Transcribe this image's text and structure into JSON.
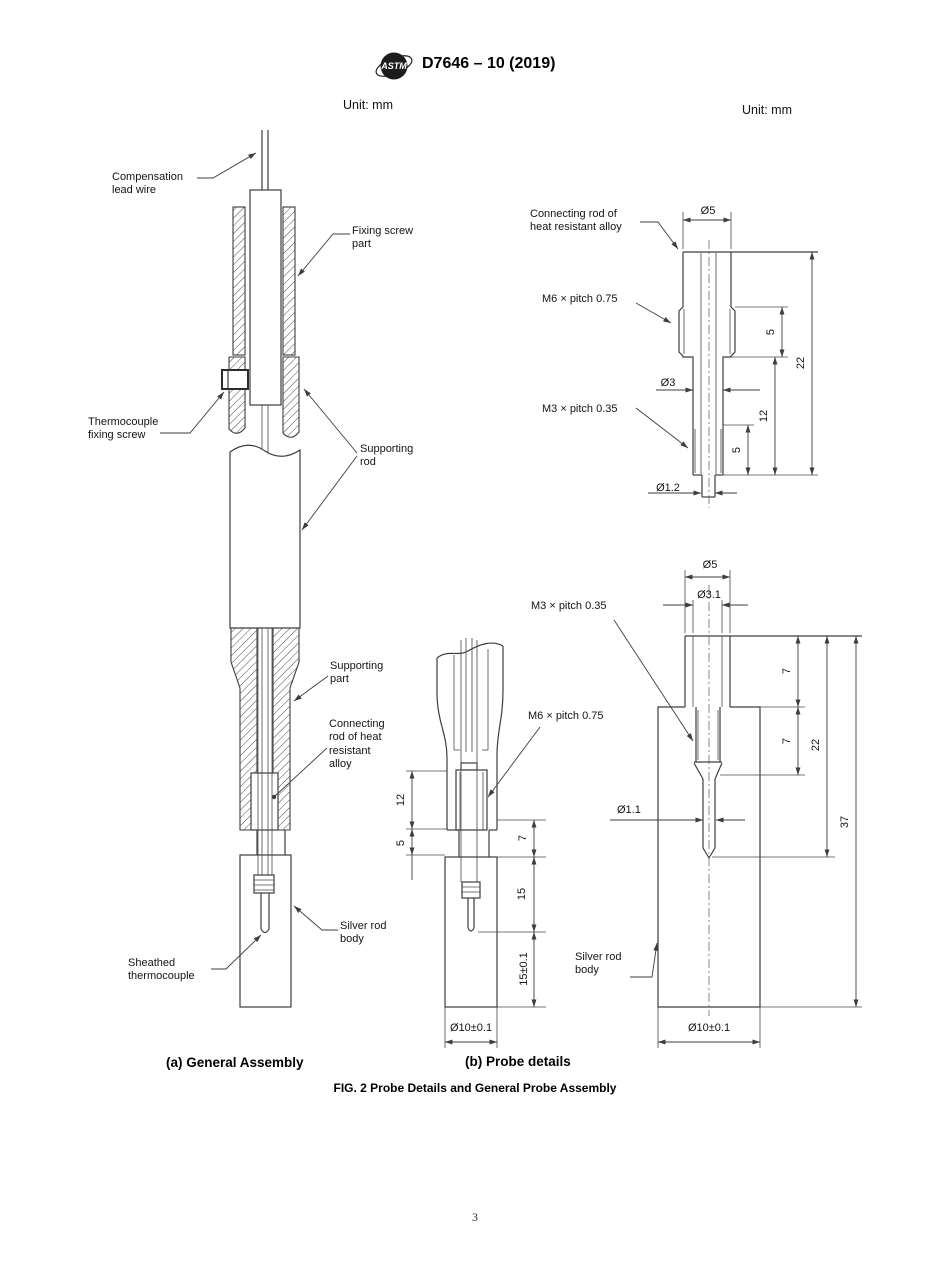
{
  "header": {
    "logo_text": "ASTM",
    "title": "D7646 – 10 (2019)"
  },
  "units": {
    "left": "Unit: mm",
    "right": "Unit: mm"
  },
  "general_assembly": {
    "labels": {
      "compensation_lead_wire": "Compensation\nlead wire",
      "fixing_screw_part": "Fixing screw\npart",
      "thermocouple_fixing_screw": "Thermocouple\nfixing screw",
      "supporting_rod": "Supporting\nrod",
      "supporting_part": "Supporting\npart",
      "connecting_rod": "Connecting\nrod of heat\nresistant\nalloy",
      "sheathed_thermocouple": "Sheathed\nthermocouple",
      "silver_rod_body": "Silver rod\nbody"
    }
  },
  "probe_details": {
    "labels": {
      "m3": "M3 × pitch 0.35",
      "m6": "M6 × pitch 0.75"
    },
    "dims": {
      "d12": "12",
      "d5": "5",
      "d7": "7",
      "d15": "15",
      "d15t": "15±0.1",
      "dia10": "Ø10±0.1"
    }
  },
  "connecting_rod_detail": {
    "label": "Connecting rod of\nheat resistant alloy",
    "m6": "M6 × pitch 0.75",
    "m3": "M3 × pitch 0.35",
    "dims": {
      "dia5": "Ø5",
      "d5a": "5",
      "d22": "22",
      "d12": "12",
      "d5b": "5",
      "dia3": "Ø3",
      "dia1_2": "Ø1.2"
    }
  },
  "silver_rod_detail": {
    "label": "Silver rod\nbody",
    "dims": {
      "dia5": "Ø5",
      "dia3_1": "Ø3.1",
      "d7a": "7",
      "d7b": "7",
      "d22": "22",
      "d37": "37",
      "dia1_1": "Ø1.1",
      "dia10": "Ø10±0.1"
    }
  },
  "figure": {
    "caption_a": "(a) General Assembly",
    "caption_b": "(b) Probe details",
    "caption_fig": "FIG. 2 Probe Details and General Probe Assembly"
  },
  "page_number": "3"
}
